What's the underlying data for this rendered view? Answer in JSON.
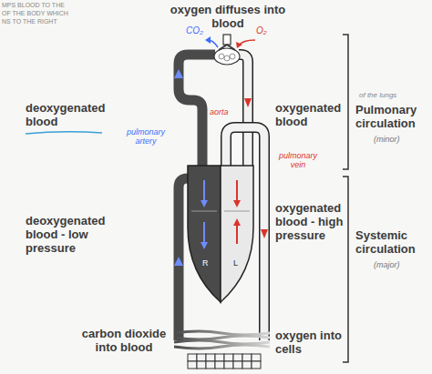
{
  "diagram": {
    "labels": [
      "MPS BLOOD TO THE",
      "OF THE BODY WHICH",
      "NS TO THE RIGHT",
      "oxygen diffuses into blood",
      "CO₂",
      "O₂",
      "deoxygenated blood",
      "oxygenated blood",
      "of the lungs",
      "Pulmonary circulation",
      "(minor)",
      "pulmonary artery",
      "aorta",
      "pulmonary vein",
      "R",
      "L",
      "deoxygenated blood - low pressure",
      "oxygenated blood - high pressure",
      "Systemic circulation",
      "(major)",
      "carbon dioxide into blood",
      "oxygen into cells"
    ]
  }
}
